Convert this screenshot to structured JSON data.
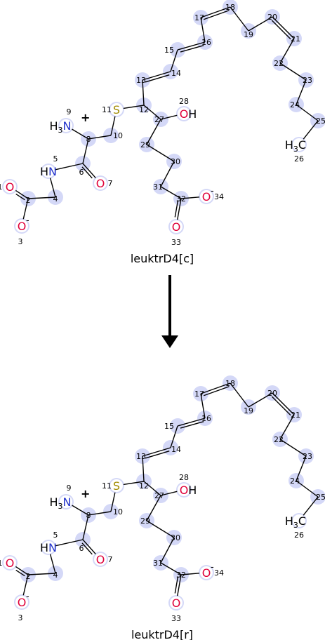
{
  "reactant": {
    "name": "leuktrD4[c]",
    "atoms": {
      "O1": "O",
      "C2": "",
      "O3": "O",
      "N5": "HN",
      "C6": "",
      "O7": "O",
      "N9": "H3N",
      "S11": "S",
      "O28": "OH",
      "C26": "H3C",
      "O33": "O",
      "O34": "O"
    },
    "indices": [
      "1",
      "2",
      "3",
      "4",
      "5",
      "6",
      "7",
      "8",
      "9",
      "10",
      "11",
      "12",
      "13",
      "14",
      "15",
      "16",
      "17",
      "18",
      "19",
      "20",
      "21",
      "22",
      "23",
      "24",
      "25",
      "26",
      "27",
      "28",
      "29",
      "30",
      "31",
      "32",
      "33",
      "34"
    ]
  },
  "product": {
    "name": "leuktrD4[r]",
    "indices": [
      "1",
      "2",
      "3",
      "4",
      "5",
      "6",
      "7",
      "8",
      "9",
      "10",
      "11",
      "12",
      "13",
      "14",
      "15",
      "16",
      "17",
      "18",
      "19",
      "20",
      "21",
      "22",
      "23",
      "24",
      "25",
      "26",
      "27",
      "28",
      "29",
      "30",
      "31",
      "32",
      "33",
      "34"
    ]
  },
  "charges": {
    "plus": "+",
    "minus": "-"
  },
  "colors": {
    "oxygen": "#e0003a",
    "nitrogen": "#2233cc",
    "sulfur": "#a08a00",
    "highlight": "#d4d8f7",
    "arrow": "#000000"
  }
}
